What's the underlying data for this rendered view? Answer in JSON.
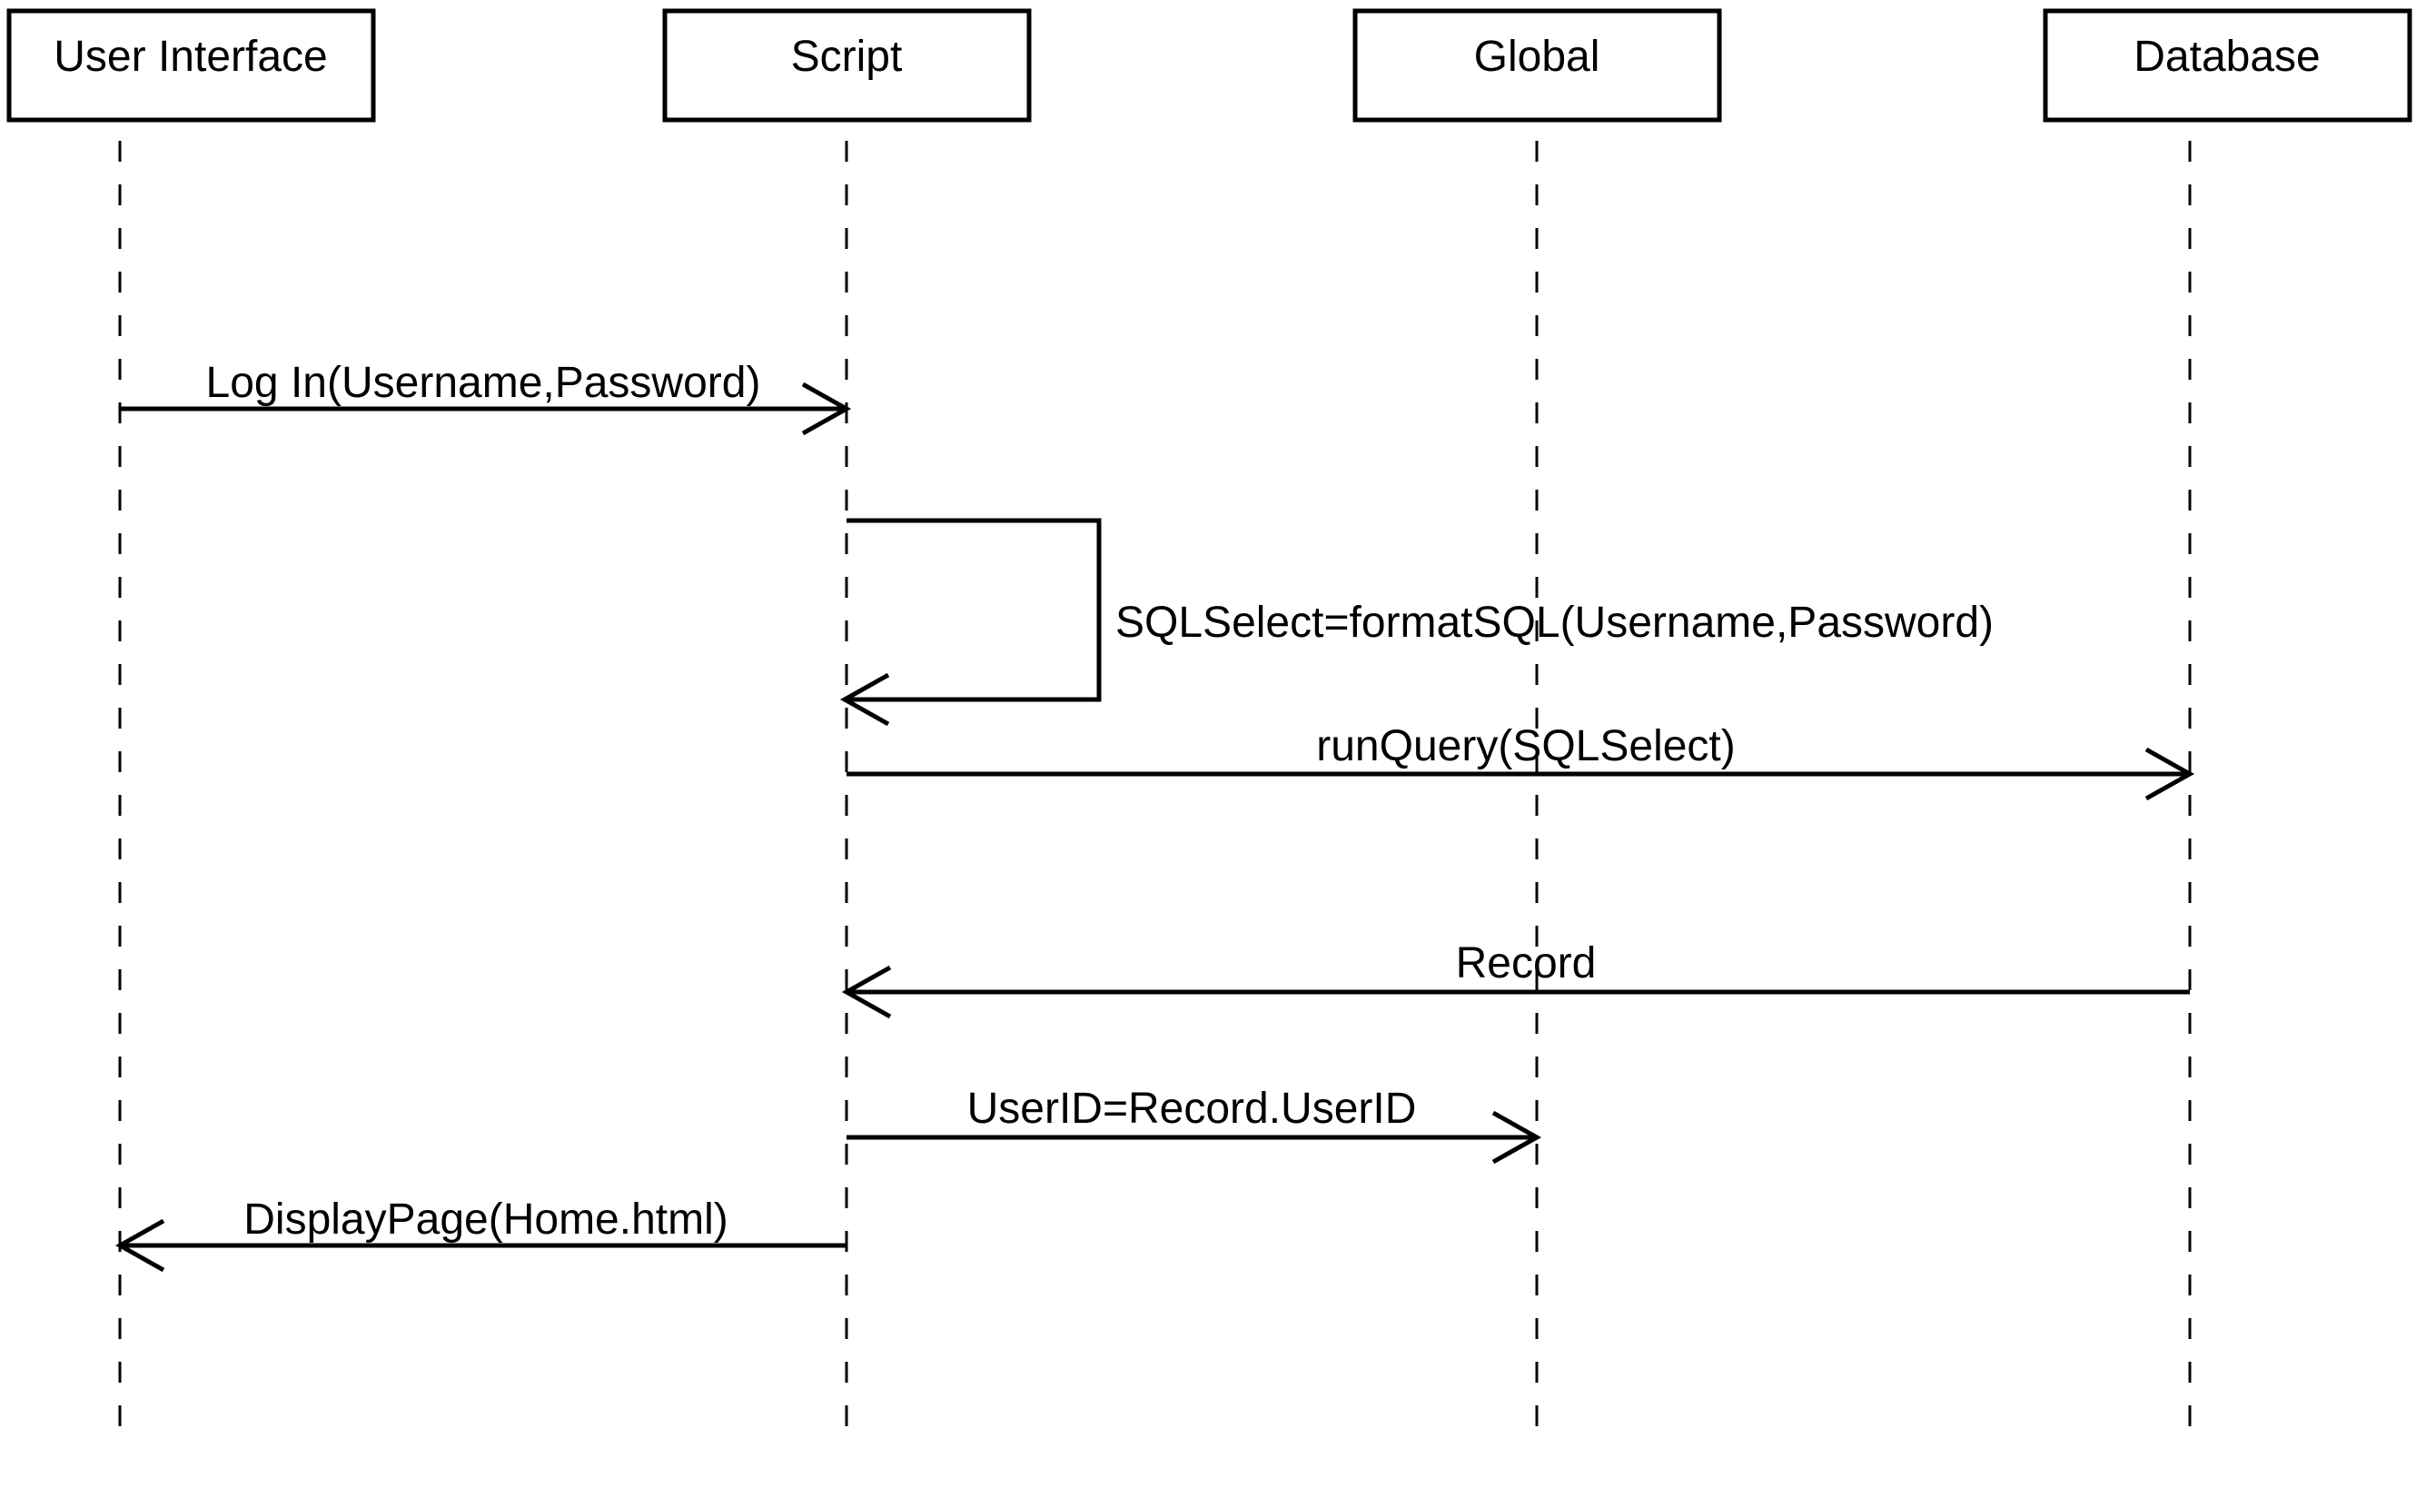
{
  "diagram": {
    "type": "uml-sequence-diagram",
    "background_color": "#ffffff",
    "stroke_color": "#000000",
    "actors": [
      {
        "label": "User Interface"
      },
      {
        "label": "Script"
      },
      {
        "label": "Global"
      },
      {
        "label": "Database"
      }
    ],
    "messages": [
      {
        "label": "Log In(Username,Password)",
        "from": "User Interface",
        "to": "Script",
        "self": false
      },
      {
        "label": "SQLSelect=formatSQL(Username,Password)",
        "from": "Script",
        "to": "Script",
        "self": true
      },
      {
        "label": "runQuery(SQLSelect)",
        "from": "Script",
        "to": "Database",
        "self": false
      },
      {
        "label": "Record",
        "from": "Database",
        "to": "Script",
        "self": false
      },
      {
        "label": "UserID=Record.UserID",
        "from": "Script",
        "to": "Global",
        "self": false
      },
      {
        "label": "DisplayPage(Home.html)",
        "from": "Script",
        "to": "User Interface",
        "self": false
      }
    ]
  }
}
